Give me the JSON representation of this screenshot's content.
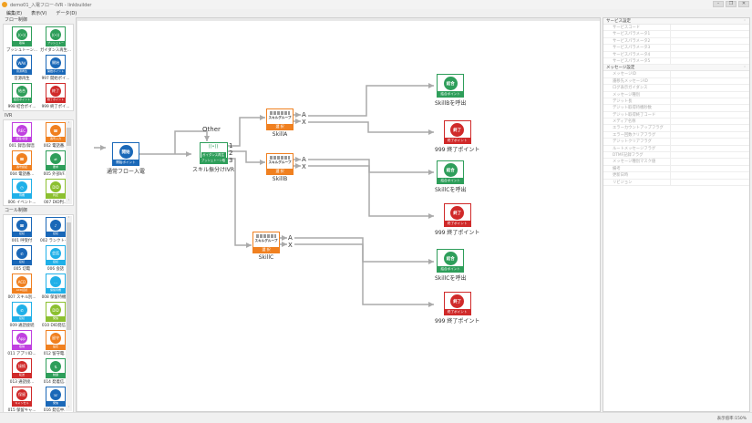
{
  "window": {
    "title": "demo01_入電フロー-IVR - linkbuilder",
    "controls": [
      "minimize",
      "restore",
      "close"
    ]
  },
  "menu": [
    {
      "label": "編集(E)"
    },
    {
      "label": "表示(V)"
    },
    {
      "label": "データ(D)"
    }
  ],
  "palette": {
    "flow_control": {
      "label": "フロー制御",
      "items": [
        {
          "label": "プッシュトーン...",
          "band": "取得",
          "color": "#2e9e5a",
          "glyph": "((•))"
        },
        {
          "label": "ガイダンス再生...",
          "band": "プッシュトーン取得",
          "color": "#2e9e5a",
          "glyph": "((•))"
        },
        {
          "label": "音源再生",
          "band": "音源再生",
          "color": "#1a68b8",
          "glyph": "WAV"
        },
        {
          "label": "997 開始ポイ...",
          "band": "開始ポイント",
          "color": "#1a68b8",
          "glyph": "開始"
        },
        {
          "label": "998 結合ポイ...",
          "band": "結合ポイント",
          "color": "#2e9e5a",
          "glyph": "結合"
        },
        {
          "label": "999 終了ポイ...",
          "band": "終了ポイント",
          "color": "#d02a2a",
          "glyph": "終了"
        }
      ]
    },
    "ivr": {
      "label": "IVR",
      "items": [
        {
          "label": "001 録音/録音",
          "band": "録音/録音",
          "color": "#c040e0",
          "glyph": "REC"
        },
        {
          "label": "002 電話番...",
          "band": "番号入力",
          "color": "#f08020",
          "glyph": "☎"
        },
        {
          "label": "004 電話番...",
          "band": "番号認証",
          "color": "#f08020",
          "glyph": "☎"
        },
        {
          "label": "005 外部I/F...",
          "band": "要求",
          "color": "#2e9e5a",
          "glyph": "⇄"
        },
        {
          "label": "006 イベント...",
          "band": "待機",
          "color": "#20b0e8",
          "glyph": "◷"
        },
        {
          "label": "007 DID判...",
          "band": "判定",
          "color": "#8cc030",
          "glyph": "DID"
        }
      ]
    },
    "call_control": {
      "label": "コール制御",
      "items": [
        {
          "label": "001 呼受付",
          "band": "接続",
          "color": "#1a68b8",
          "glyph": "☎"
        },
        {
          "label": "002 ランクトー...",
          "band": "接続",
          "color": "#1a68b8",
          "glyph": "♪"
        },
        {
          "label": "005 切電",
          "band": "接続",
          "color": "#1a68b8",
          "glyph": "✆"
        },
        {
          "label": "006 会話",
          "band": "接続",
          "color": "#20b0e8",
          "glyph": "会話"
        },
        {
          "label": "007 スキル別...",
          "band": "ACD接続",
          "color": "#f08020",
          "glyph": "ACD"
        },
        {
          "label": "008 保留待機...",
          "band": "保留待機",
          "color": "#20b0e8",
          "glyph": "…"
        },
        {
          "label": "009 通話接続",
          "band": "接続",
          "color": "#20b0e8",
          "glyph": "✆"
        },
        {
          "label": "010 DID発信...",
          "band": "発信",
          "color": "#8cc030",
          "glyph": "DID"
        },
        {
          "label": "011 アプリID...",
          "band": "取得",
          "color": "#c040e0",
          "glyph": "App"
        },
        {
          "label": "012 留守電...",
          "band": "設定",
          "color": "#f08020",
          "glyph": "留守"
        },
        {
          "label": "013 通話接...",
          "band": "転送",
          "color": "#d02a2a",
          "glyph": "接続"
        },
        {
          "label": "014 発着信...",
          "band": "制御",
          "color": "#2e9e5a",
          "glyph": "⇅"
        },
        {
          "label": "015 保留キャ...",
          "band": "キャンセル",
          "color": "#d02a2a",
          "glyph": "保留"
        },
        {
          "label": "016 発信中...",
          "band": "発信",
          "color": "#1a68b8",
          "glyph": "☏"
        }
      ]
    }
  },
  "flow": {
    "nodes": [
      {
        "id": "start",
        "label": "通常フロー入電",
        "glyph": "開始",
        "band": "開始ポイント",
        "color": "#1a68b8"
      },
      {
        "id": "ivr",
        "label": "スキル振分けIVR",
        "glyph": "ガイダンス再生",
        "band": "プッシュトーン取得",
        "color": "#2e9e5a",
        "ports": [
          "1",
          "2",
          "3"
        ],
        "other": "Other"
      },
      {
        "id": "skillA",
        "label": "SkillA",
        "glyph": "スキルグループ",
        "band": "選 択",
        "color": "#f08020",
        "ports": [
          "A",
          "X"
        ]
      },
      {
        "id": "skillB",
        "label": "SkillB",
        "glyph": "スキルグループ",
        "band": "選 択",
        "color": "#f08020",
        "ports": [
          "A",
          "X"
        ]
      },
      {
        "id": "skillC",
        "label": "SkillC",
        "glyph": "スキルグループ",
        "band": "選 択",
        "color": "#f08020",
        "ports": [
          "A",
          "X"
        ]
      },
      {
        "id": "joinB",
        "label": "SkillBを呼出",
        "glyph": "結合",
        "band": "結合ポイント",
        "color": "#2e9e5a"
      },
      {
        "id": "end1",
        "label": "999 終了ポイント",
        "glyph": "終了",
        "band": "終了ポイント",
        "color": "#d02a2a"
      },
      {
        "id": "joinC1",
        "label": "SkillCを呼出",
        "glyph": "結合",
        "band": "結合ポイント",
        "color": "#2e9e5a"
      },
      {
        "id": "end2",
        "label": "999 終了ポイント",
        "glyph": "終了",
        "band": "終了ポイント",
        "color": "#d02a2a"
      },
      {
        "id": "joinC2",
        "label": "SkillCを呼出",
        "glyph": "結合",
        "band": "結合ポイント",
        "color": "#2e9e5a"
      },
      {
        "id": "end3",
        "label": "999 終了ポイント",
        "glyph": "終了",
        "band": "終了ポイント",
        "color": "#d02a2a"
      }
    ]
  },
  "properties": {
    "sections": [
      {
        "title": "サービス設定",
        "rows": [
          "サービスコード",
          "サービスパラメータ1",
          "サービスパラメータ2",
          "サービスパラメータ3",
          "サービスパラメータ4",
          "サービスパラメータ5"
        ]
      },
      {
        "title": "メッセージ設定",
        "rows": [
          "メッセージID",
          "遷移先メッセージID",
          "ログ表示ガイダンス",
          "メッセージ種別",
          "デジット長",
          "デジット取得待機秒数",
          "デジット取得終了コード",
          "メディア名称",
          "エラーカウントアップフラグ",
          "エラー回数クリアフラグ",
          "デジットクリアフラグ",
          "ルートメッセージフラグ",
          "DTMF記録フラグ",
          "メッセージ種別マスク値",
          "備考",
          "更新日時",
          "リビジョン"
        ]
      }
    ]
  },
  "status": {
    "zoom": "表示倍率:150%"
  }
}
